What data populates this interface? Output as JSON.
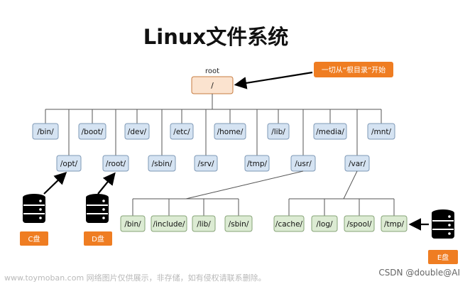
{
  "title": "Linux文件系统",
  "root_label": "root",
  "root_node": "/",
  "callout_root": "一切从“根目录”开始",
  "top_row": [
    "/bin/",
    "/boot/",
    "/dev/",
    "/etc/",
    "/home/",
    "/lib/",
    "/media/",
    "/mnt/"
  ],
  "second_row": [
    "/opt/",
    "/root/",
    "/sbin/",
    "/srv/",
    "/tmp/",
    "/usr/",
    "/var/"
  ],
  "usr_children": [
    "/bin/",
    "/include/",
    "/lib/",
    "/sbin/"
  ],
  "var_children": [
    "/cache/",
    "/log/",
    "/spool/",
    "/tmp/"
  ],
  "disks": [
    "C盘",
    "D盘",
    "E盘"
  ],
  "watermark_left": "www.toymoban.com 网络图片仅供展示，非存储，如有侵权请联系删除。",
  "watermark_right": "CSDN @double@AI",
  "colors": {
    "root_fill": "#fbe3cf",
    "root_stroke": "#c77b3f",
    "blue_fill": "#d5e3f2",
    "blue_stroke": "#7d98b6",
    "green_fill": "#dcebd3",
    "green_stroke": "#86a377",
    "orange": "#ef7d22",
    "line": "#555555"
  },
  "icons": {
    "database": "database-icon"
  }
}
